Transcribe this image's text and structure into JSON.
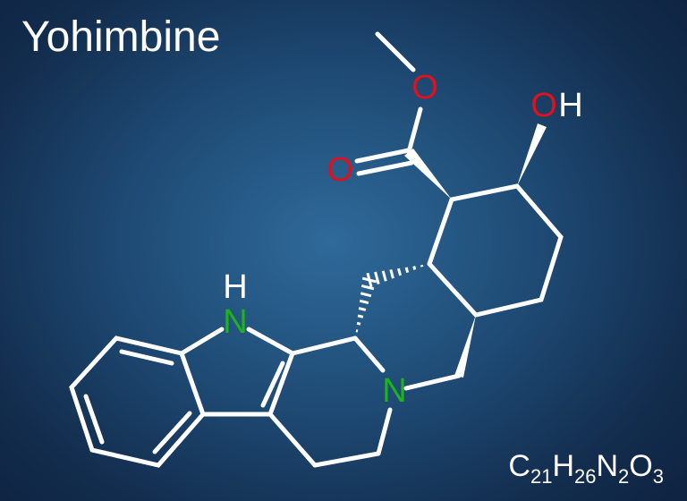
{
  "title": "Yohimbine",
  "formula": {
    "parts": [
      "C",
      "21",
      "H",
      "26",
      "N",
      "2",
      "O",
      "3"
    ]
  },
  "atoms": {
    "n_indole": "N",
    "h_indole": "H",
    "n_amine": "N",
    "o_ester": "O",
    "o_carbonyl": "O",
    "o_hydroxyl": "O",
    "h_hydroxyl": "H"
  },
  "colors": {
    "background": "#1e4a74",
    "bond": "#ffffff",
    "nitrogen": "#1db31d",
    "oxygen": "#e0101e"
  }
}
